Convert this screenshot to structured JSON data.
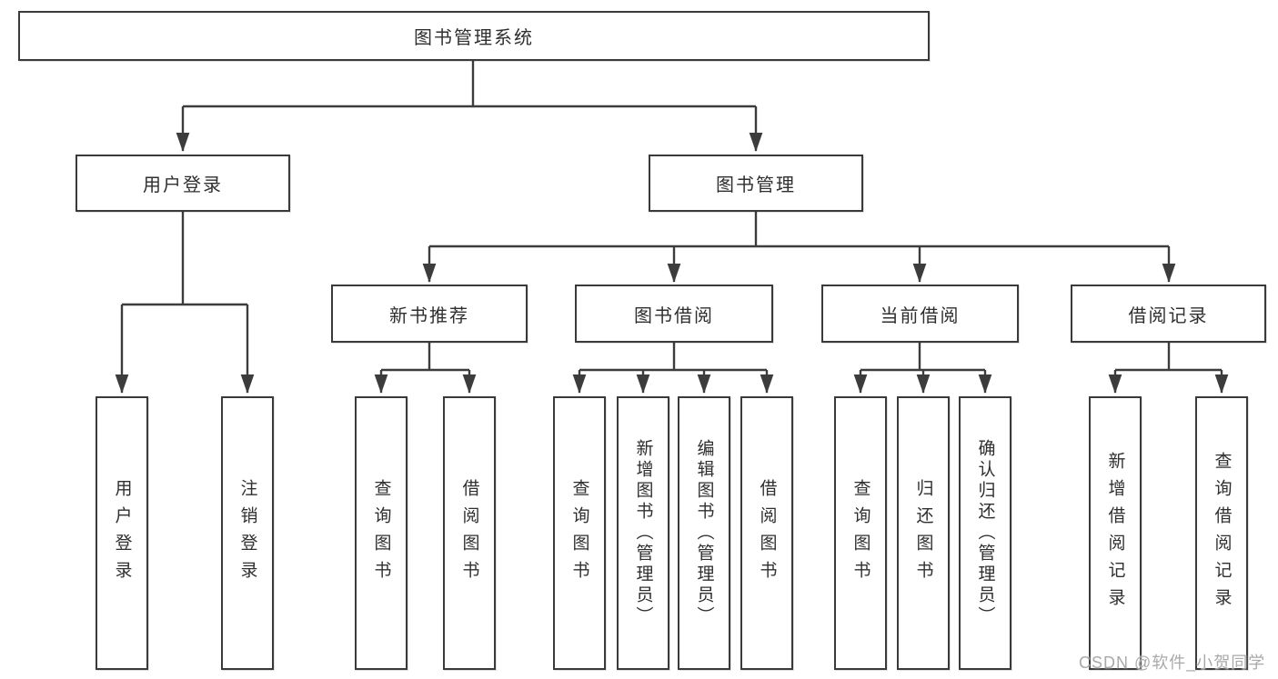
{
  "diagram": {
    "root_label": "图书管理系统",
    "watermark": "CSDN @软件_小贺同学",
    "colors": {
      "line": "#3c3c3c",
      "border": "#3a3a3a",
      "text": "#2f2f2f",
      "background": "#ffffff",
      "watermark": "#a9a9a9"
    },
    "branches": [
      {
        "label": "用户登录",
        "children": [
          "用户登录",
          "注销登录"
        ]
      },
      {
        "label": "图书管理",
        "children": [
          {
            "label": "新书推荐",
            "children": [
              "查询图书",
              "借阅图书"
            ]
          },
          {
            "label": "图书借阅",
            "children": [
              "查询图书",
              "新增图书（管理员）",
              "编辑图书（管理员）",
              "借阅图书"
            ]
          },
          {
            "label": "当前借阅",
            "children": [
              "查询图书",
              "归还图书",
              "确认归还（管理员）"
            ]
          },
          {
            "label": "借阅记录",
            "children": [
              "新增借阅记录",
              "查询借阅记录"
            ]
          }
        ]
      }
    ]
  }
}
